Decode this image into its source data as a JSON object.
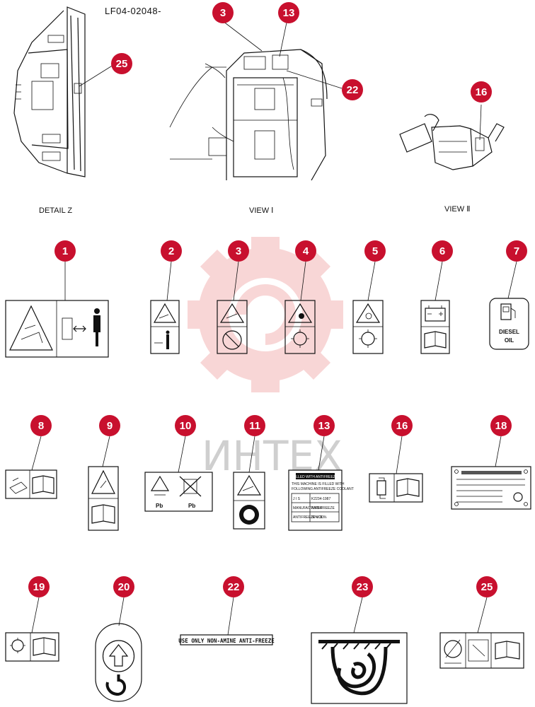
{
  "drawing_code": "LF04-02048-",
  "views": {
    "detail_z": "DETAIL Z",
    "view_1": "VIEW Ⅰ",
    "view_2": "VIEW Ⅱ"
  },
  "watermark": "ИНТЕХ",
  "callouts": {
    "c1": "1",
    "c2": "2",
    "c3": "3",
    "c4": "4",
    "c5": "5",
    "c6": "6",
    "c7": "7",
    "c8": "8",
    "c9": "9",
    "c10": "10",
    "c11": "11",
    "c13": "13",
    "c16": "16",
    "c18": "18",
    "c19": "19",
    "c20": "20",
    "c22": "22",
    "c23": "23",
    "c25": "25",
    "t3": "3",
    "t13": "13",
    "t22": "22",
    "t25": "25",
    "t16": "16"
  },
  "decals": {
    "diesel_line1": "DIESEL",
    "diesel_line2": "OIL",
    "pb_left": "Pb",
    "pb_right": "Pb",
    "antifreeze_text": "USE ONLY NON-AMINE ANTI-FREEZE",
    "coolant_title": "FILLED WITH ANTIFREEZE",
    "coolant_line1": "THIS MACHINE IS FILLED WITH",
    "coolant_line2": "FOLLOWING ANTIFREEZE COOLANT",
    "coolant_r1a": "J I S",
    "coolant_r1b": "K2234-1987",
    "coolant_r2a": "MANUFACTURER",
    "coolant_r2b": "ANTI-FREEZE",
    "coolant_r3a": "ANTIFREEZE VOL.",
    "coolant_r3b": "30%  30%"
  },
  "colors": {
    "callout": "#c8102e",
    "watermark": "#f3b5b5"
  }
}
